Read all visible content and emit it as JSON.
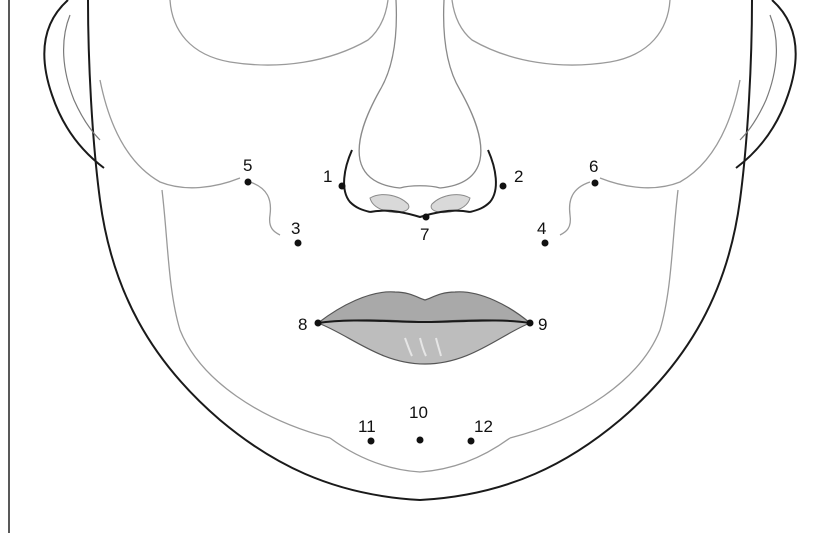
{
  "diagram": {
    "landmarks": [
      {
        "label": "1"
      },
      {
        "label": "2"
      },
      {
        "label": "3"
      },
      {
        "label": "4"
      },
      {
        "label": "5"
      },
      {
        "label": "6"
      },
      {
        "label": "7"
      },
      {
        "label": "8"
      },
      {
        "label": "9"
      },
      {
        "label": "10"
      },
      {
        "label": "11"
      },
      {
        "label": "12"
      }
    ],
    "colors": {
      "line": "#1a1a1a",
      "faint_line": "#9a9a9a",
      "lip_fill": "#bdbdbd",
      "lip_upper": "#a9a9a9",
      "dot": "#111111"
    }
  }
}
